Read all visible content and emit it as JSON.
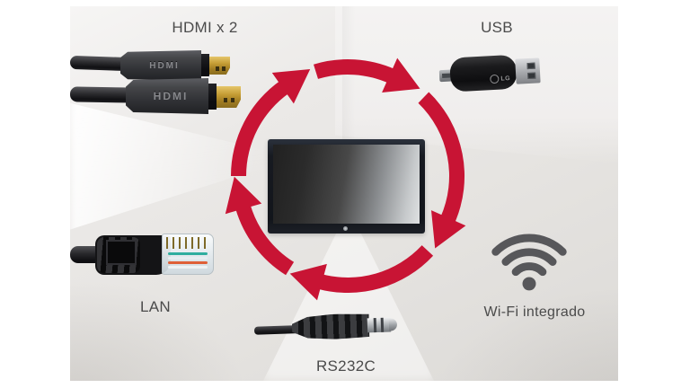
{
  "labels": {
    "hdmi": "HDMI x 2",
    "usb": "USB",
    "lan": "LAN",
    "wifi": "Wi-Fi integrado",
    "rs232c": "RS232C"
  },
  "illustrations": {
    "hdmi_plug_text": "HDMI",
    "usb_logo_text": "LG"
  },
  "colors": {
    "arrow_red": "#c81434",
    "label_text": "#4b4b4b",
    "wifi_gray": "#57575a",
    "hdmi_gold": "#c9a23b"
  }
}
